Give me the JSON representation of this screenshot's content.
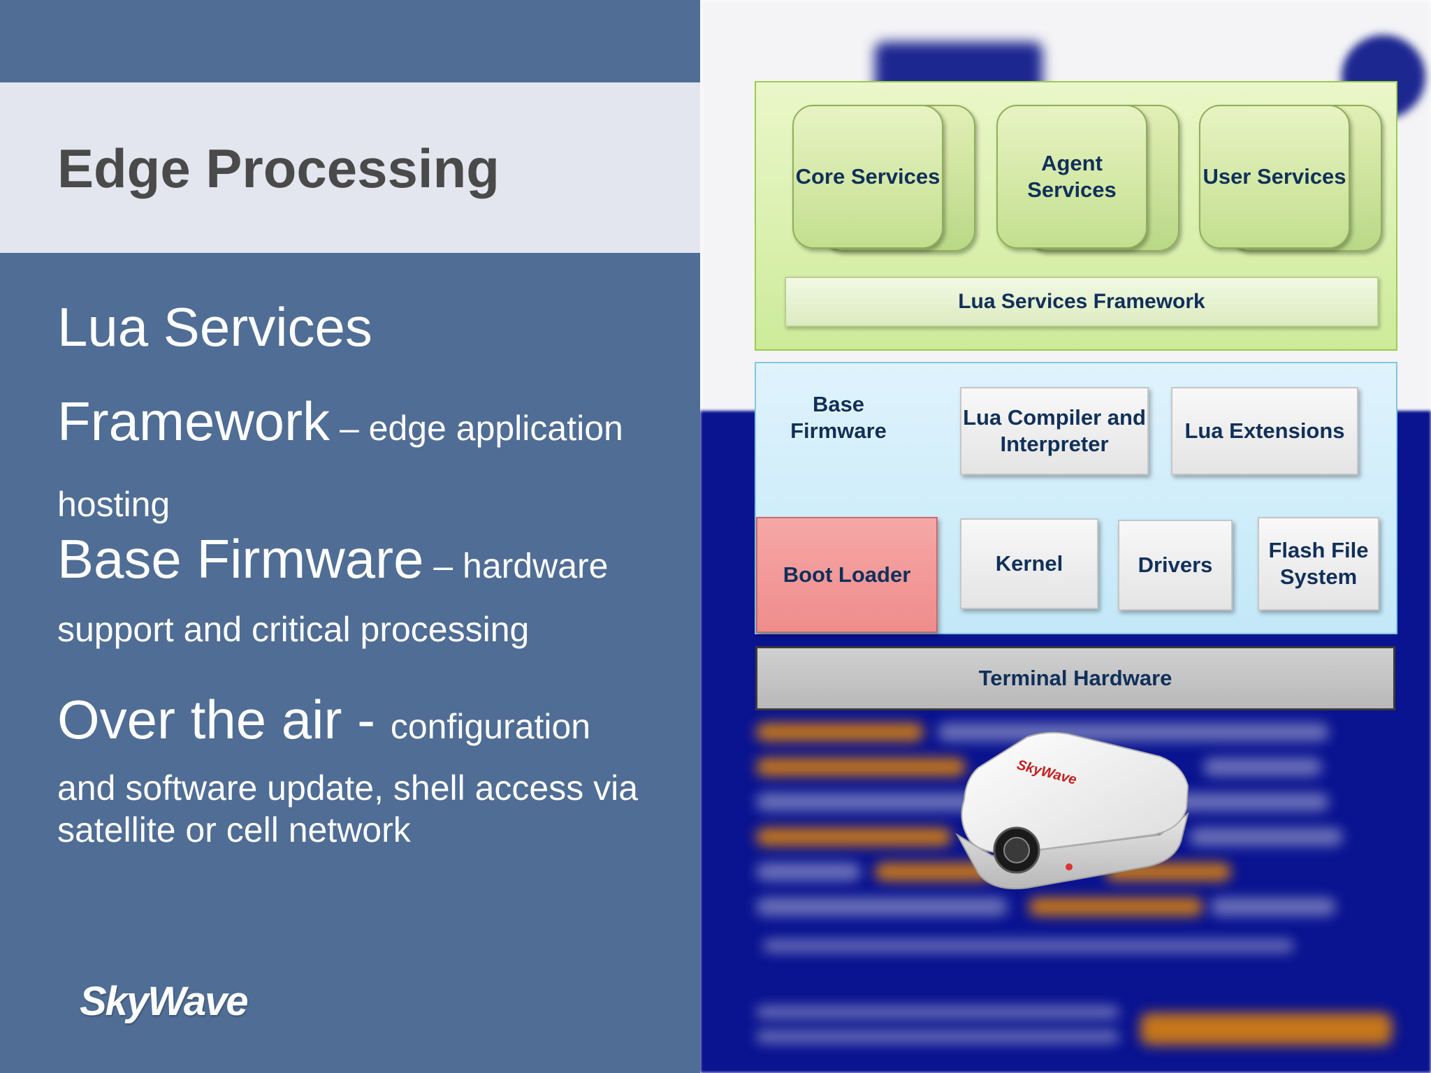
{
  "slide": {
    "title": "Edge Processing",
    "bullets": [
      {
        "heading_part1": "Lua Services",
        "heading_part2": "Framework",
        "sep": " – edge application",
        "rest": "hosting"
      },
      {
        "heading": "Base Firmware",
        "sep": " – hardware",
        "rest": "support and critical processing"
      },
      {
        "heading": "Over the air - ",
        "sep": "configuration",
        "rest_line1": "and software update, shell access via",
        "rest_line2": "satellite or cell network"
      }
    ],
    "logo": "SkyWave"
  },
  "diagram": {
    "services": [
      "Core Services",
      "Agent Services",
      "User Services"
    ],
    "framework": "Lua Services Framework",
    "base_firmware": "Base Firmware",
    "compiler": "Lua Compiler and Interpreter",
    "extensions": "Lua Extensions",
    "boot_loader": "Boot Loader",
    "kernel": "Kernel",
    "drivers": "Drivers",
    "flash": "Flash File System",
    "hardware": "Terminal Hardware"
  },
  "device": {
    "brand": "SkyWave"
  },
  "colors": {
    "left_bg": "#4f6d95",
    "title_band": "#e3e6ee",
    "green_panel": "#d6efa8",
    "blue_panel": "#cdeefb",
    "boot_loader": "#f29a9a",
    "hardware": "#c4c4c4",
    "text_dark": "#10305a"
  },
  "icons": [
    "skywave-logo",
    "skywave-terminal-device-image"
  ]
}
